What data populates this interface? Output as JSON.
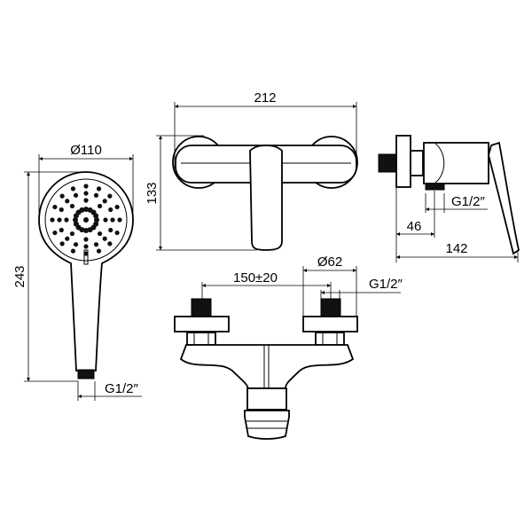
{
  "drawing": {
    "hand_shower": {
      "diameter_label": "Ø110",
      "length_label": "243",
      "thread_label": "G1/2″"
    },
    "front_view": {
      "width_label": "212",
      "height_label": "133"
    },
    "side_view": {
      "outlet_offset_label": "46",
      "depth_label": "142",
      "thread_label": "G1/2″"
    },
    "connection_view": {
      "spacing_label": "150±20",
      "escutcheon_label": "Ø62",
      "thread_label": "G1/2″"
    },
    "colors": {
      "line": "#000000",
      "background": "#ffffff"
    }
  }
}
